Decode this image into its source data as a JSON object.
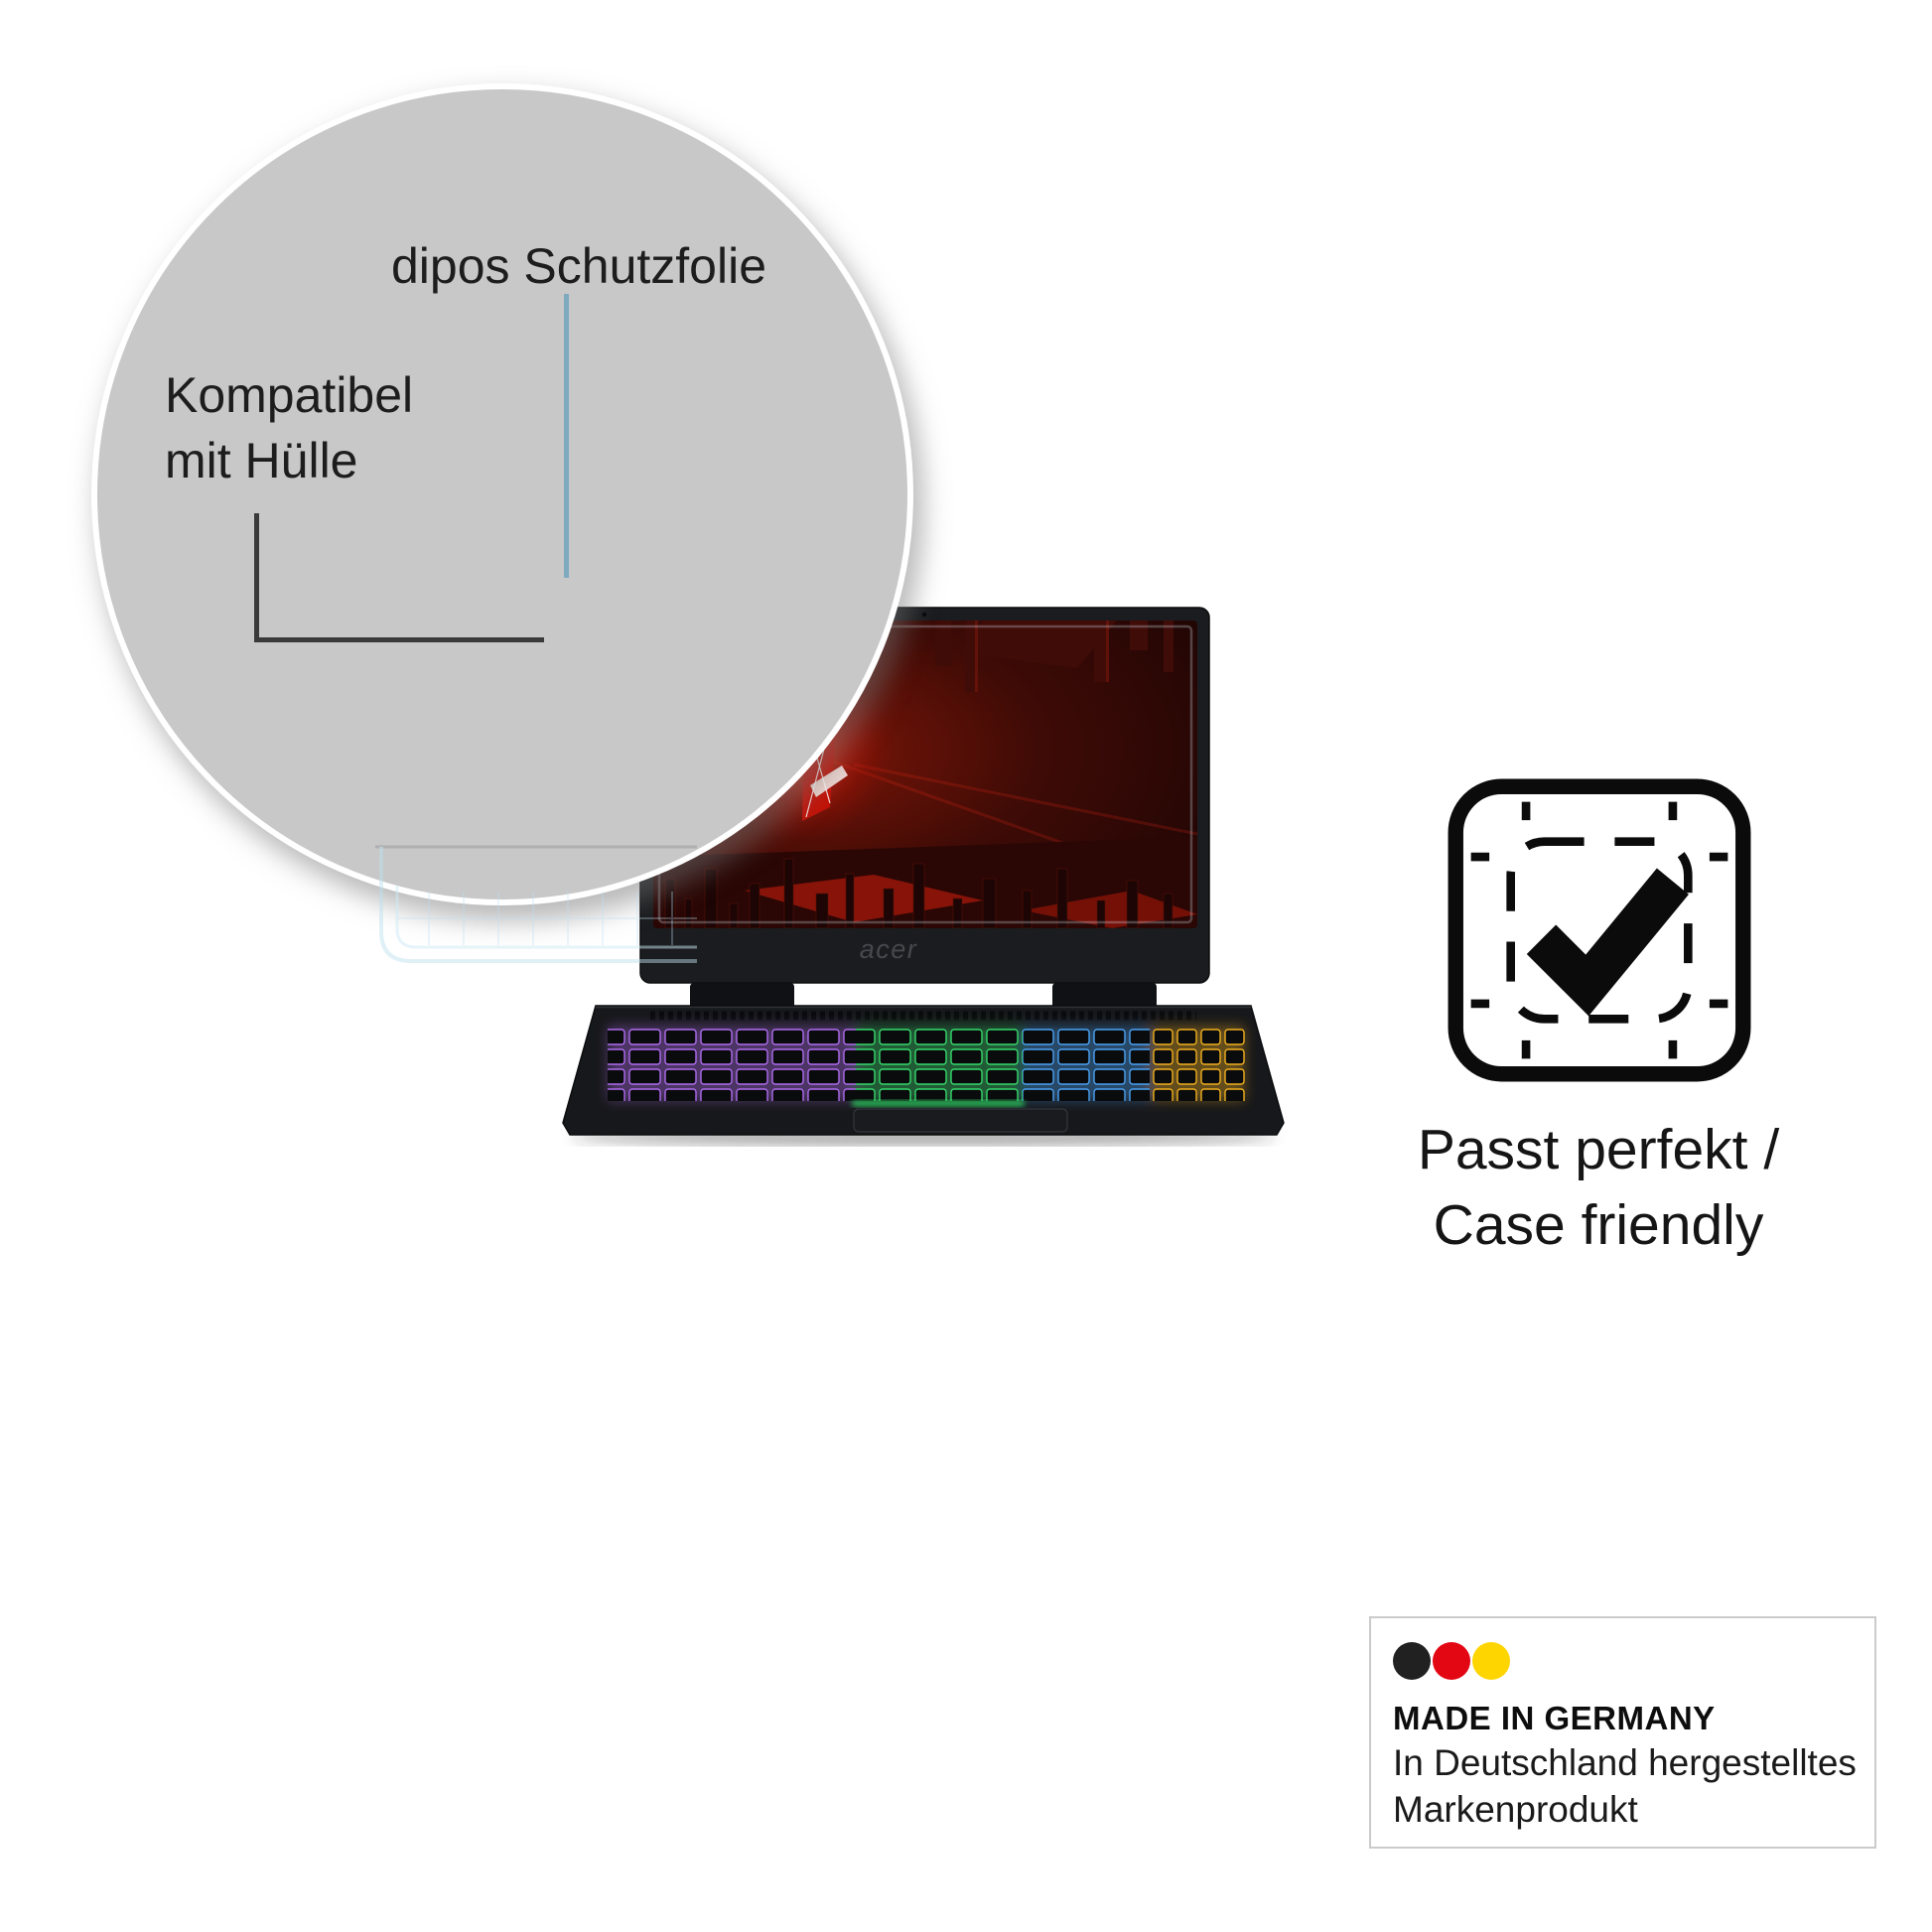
{
  "circle_callout": {
    "product_label": "dipos Schutzfolie",
    "case_label_line1": "Kompatibel",
    "case_label_line2": "mit Hülle",
    "circle_fill": "#c8c8c8",
    "pointer_blue_color": "#7ea9bf",
    "bracket_color": "#3a3a3a"
  },
  "laptop": {
    "brand_label": "acer",
    "body_color": "#17181b",
    "screen_glow_red": "#8c1507",
    "keyboard_zone_colors": {
      "purple": "#b06cf0",
      "green": "#35d96b",
      "blue": "#4aa3f5",
      "yellow": "#f2b01e"
    }
  },
  "fit_badge": {
    "icon": "check-crop-mark-icon",
    "line1": "Passt perfekt /",
    "line2": "Case friendly",
    "icon_color": "#0b0b0b"
  },
  "origin_badge": {
    "title": "MADE IN GERMANY",
    "subtitle_line1": "In Deutschland hergestelltes",
    "subtitle_line2": "Markenprodukt",
    "flag_colors": [
      "#212121",
      "#e30613",
      "#ffd500"
    ],
    "border_color": "#cbcbcb"
  }
}
